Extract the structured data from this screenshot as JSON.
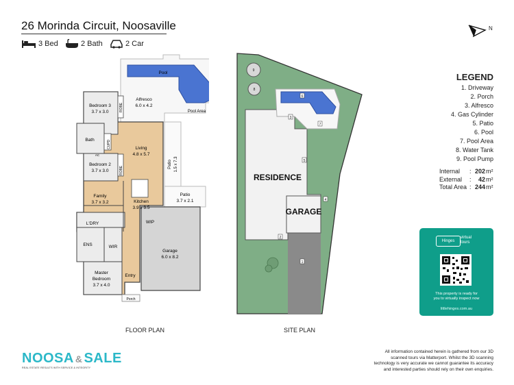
{
  "title": "26 Morinda Circuit, Noosaville",
  "features": {
    "bed": "3 Bed",
    "bath": "2 Bath",
    "car": "2 Car"
  },
  "north": "N",
  "floor_plan": {
    "caption": "FLOOR PLAN",
    "rooms": {
      "pool": "Pool",
      "alfresco": "Alfresco",
      "alfresco_dim": "6.0 x 4.2",
      "pool_area": "Pool Area",
      "bedroom3": "Bedroom 3",
      "bedroom3_dim": "3.7 x 3.0",
      "robe": "ROBE",
      "bath": "Bath",
      "cupd": "CUPD",
      "ac": "AC",
      "living": "Living",
      "living_dim": "4.8 x 5.7",
      "bedroom2": "Bedroom 2",
      "bedroom2_dim": "3.7 x 3.0",
      "patio": "Patio",
      "patio_side_dim": "1.5 x 7.3",
      "patio2": "Patio",
      "patio2_dim": "3.7 x 2.1",
      "family": "Family",
      "family_dim": "3.7 x 3.2",
      "kitchen": "Kitchen",
      "kitchen_dim": "3.9 x 3.5",
      "ldry": "L'DRY",
      "wip": "WIP",
      "ens": "ENS",
      "wir": "WIR",
      "garage": "Garage",
      "garage_dim": "6.0 x 8.2",
      "master": "Master",
      "master2": "Bedroom",
      "master_dim": "3.7 x 4.0",
      "entry": "Entry",
      "porch": "Porch"
    }
  },
  "site_plan": {
    "caption": "SITE PLAN",
    "residence": "RESIDENCE",
    "garage": "GARAGE",
    "markers": [
      "1",
      "2",
      "3",
      "4",
      "5",
      "6",
      "7",
      "8",
      "9"
    ]
  },
  "legend": {
    "title": "LEGEND",
    "items": [
      "1. Driveway",
      "2. Porch",
      "3. Alfresco",
      "4. Gas Cylinder",
      "5. Patio",
      "6. Pool",
      "7. Pool Area",
      "8. Water Tank",
      "9. Pool Pump"
    ]
  },
  "areas": [
    {
      "label": "Internal",
      "value": "202",
      "unit": "m²"
    },
    {
      "label": "External",
      "value": "42",
      "unit": "m²"
    },
    {
      "label": "Total Area",
      "value": "244",
      "unit": "m²"
    }
  ],
  "virtual_tour": {
    "brand": "Hinges",
    "badge1": "virtual",
    "badge2": "tours",
    "line1": "This property is ready for",
    "line2": "you to virtually inspect now",
    "url": "littlehinges.com.au"
  },
  "disclaimer": "All information contained herein is gathered from our 3D scanned tours via Matterport. Whilst the 3D scanning technology is very accurate we cannot guarantee its accuracy and interested parties should rely on their own enquiries.",
  "brand": {
    "name": "NOOSA",
    "name2": "SALE",
    "tagline": "REAL ESTATE RESULTS WITH SERVICE & INTEGRITY"
  },
  "colors": {
    "pool": "#4a74d1",
    "floor": "#e9c99c",
    "lawn": "#7fae86",
    "driveway": "#8a8a8a",
    "card": "#0f9e8a"
  }
}
